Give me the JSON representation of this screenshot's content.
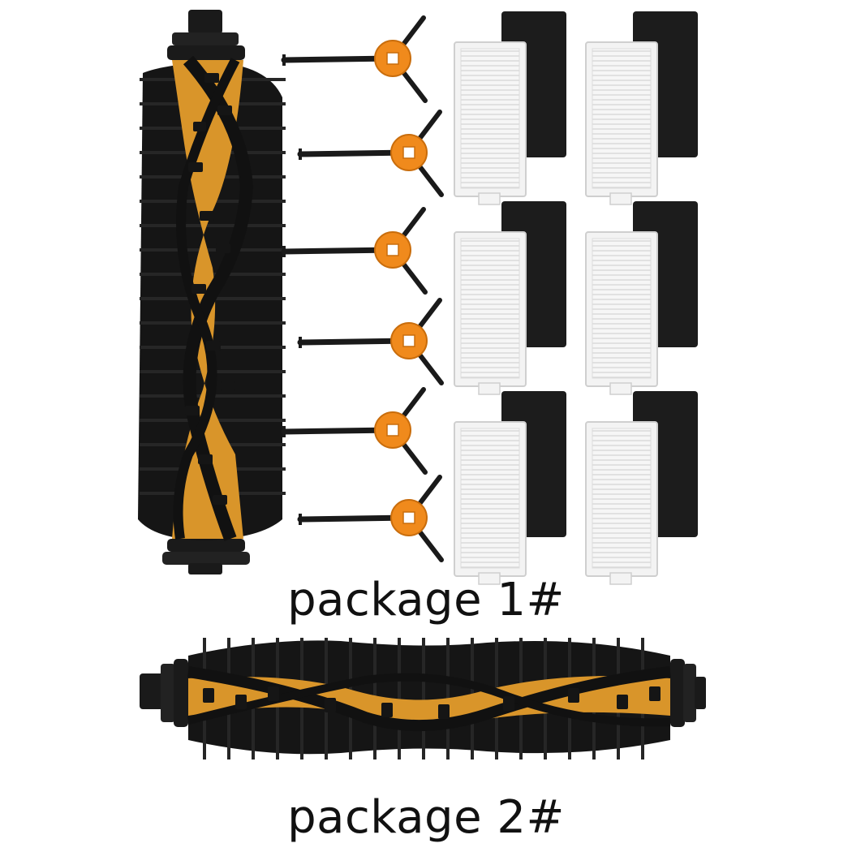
{
  "captions": {
    "package_1": "package 1#",
    "package_2": "package 2#"
  },
  "colors": {
    "brush_core": "#d9952a",
    "bristle": "#111111",
    "side_brush_hub": "#f08a1c",
    "filter_frame": "#f3f3f3",
    "sponge": "#1c1c1c"
  },
  "items": {
    "side_brushes": 6,
    "hepa_filters": 6,
    "sponge_filters": 6,
    "main_brushes": 2
  }
}
